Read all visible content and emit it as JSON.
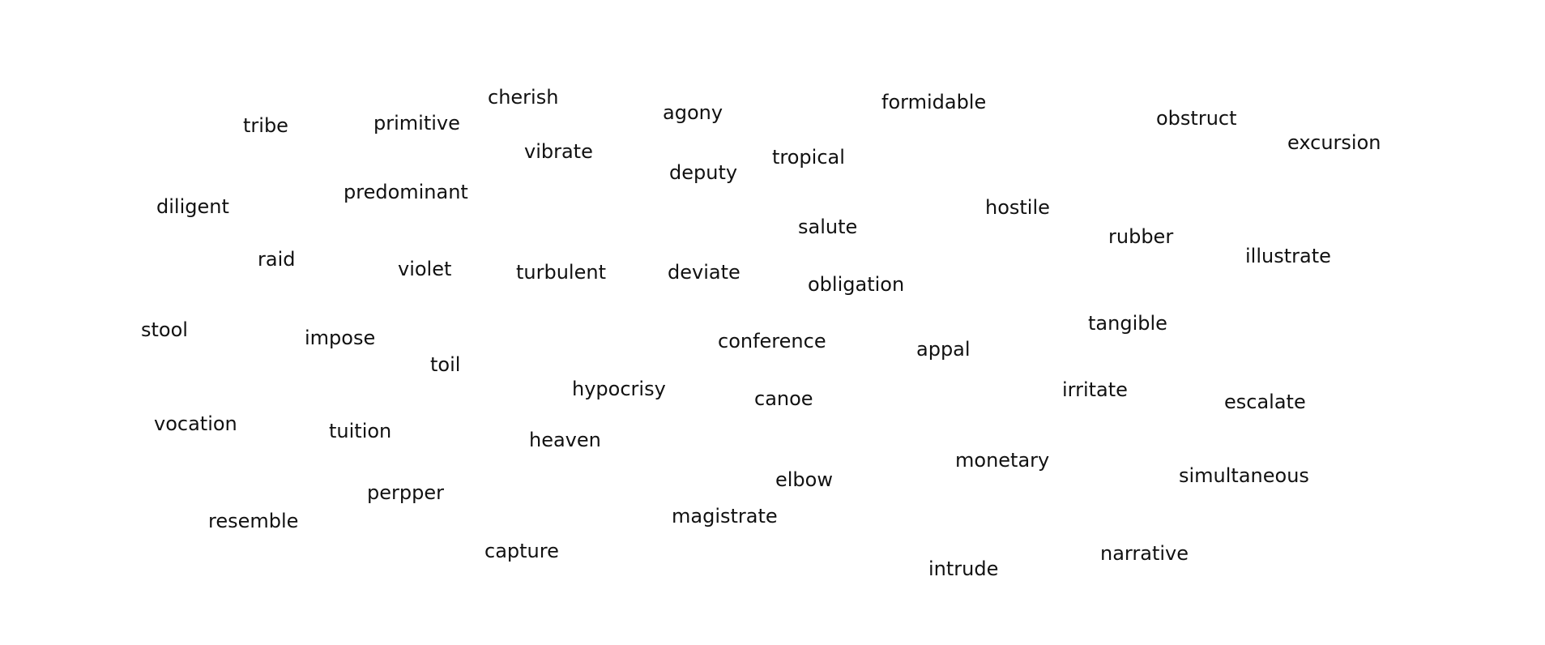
{
  "words": [
    "tribe",
    "primitive",
    "cherish",
    "agony",
    "formidable",
    "obstruct",
    "excursion",
    "vibrate",
    "deputy",
    "tropical",
    "diligent",
    "predominant",
    "hostile",
    "salute",
    "rubber",
    "illustrate",
    "raid",
    "violet",
    "turbulent",
    "deviate",
    "obligation",
    "stool",
    "impose",
    "tangible",
    "conference",
    "appal",
    "toil",
    "hypocrisy",
    "irritate",
    "canoe",
    "escalate",
    "vocation",
    "tuition",
    "heaven",
    "monetary",
    "simultaneous",
    "elbow",
    "perpper",
    "resemble",
    "magistrate",
    "capture",
    "narrative",
    "intrude"
  ]
}
